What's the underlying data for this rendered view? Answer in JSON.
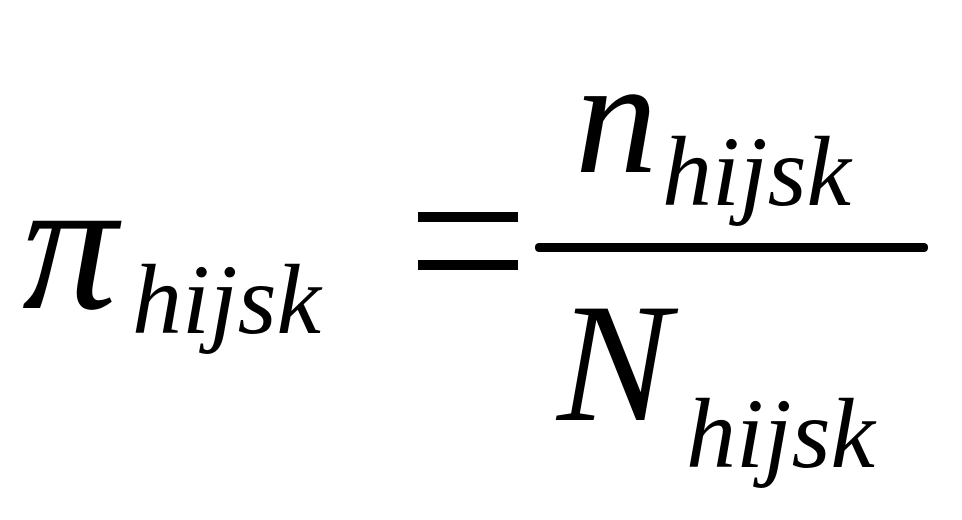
{
  "formula": {
    "lhs": {
      "symbol": "π",
      "subscript": "hijsk"
    },
    "relation": "=",
    "numerator": {
      "symbol": "n",
      "subscript": "hijsk"
    },
    "denominator": {
      "symbol": "N",
      "subscript": "hijsk"
    }
  }
}
